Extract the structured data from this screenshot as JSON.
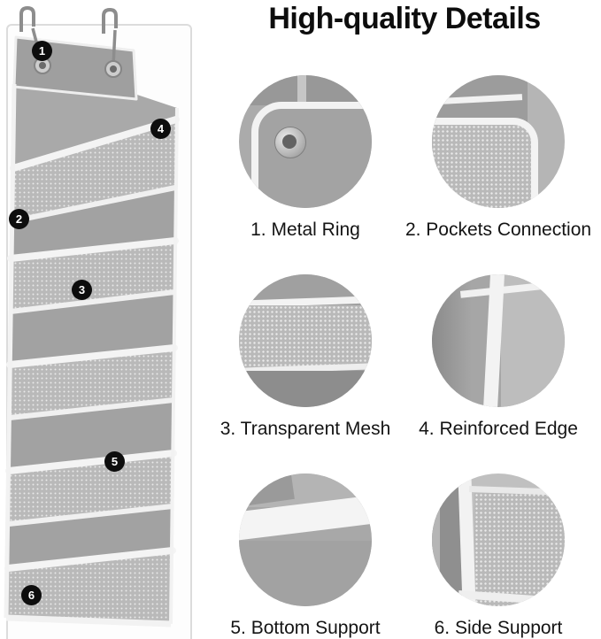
{
  "title": "High-quality Details",
  "colors": {
    "fabric_gray": "#a9a9a9",
    "mesh_gray": "#b9b9b9",
    "trim_white": "#f2f2f2",
    "marker_black": "#0d0d0d",
    "text_black": "#141414",
    "background": "#ffffff"
  },
  "product": {
    "name": "over-door hanging organizer with mesh pockets",
    "markers": [
      {
        "n": "1"
      },
      {
        "n": "2"
      },
      {
        "n": "3"
      },
      {
        "n": "4"
      },
      {
        "n": "5"
      },
      {
        "n": "6"
      }
    ]
  },
  "details": [
    {
      "num": "1",
      "label": "1. Metal Ring",
      "icon": "grommet-ring-icon"
    },
    {
      "num": "2",
      "label": "2. Pockets Connection",
      "icon": "pocket-corner-icon"
    },
    {
      "num": "3",
      "label": "3. Transparent Mesh",
      "icon": "mesh-band-icon"
    },
    {
      "num": "4",
      "label": "4. Reinforced Edge",
      "icon": "edge-binding-icon"
    },
    {
      "num": "5",
      "label": "5. Bottom Support",
      "icon": "bottom-trim-icon"
    },
    {
      "num": "6",
      "label": "6. Side Support",
      "icon": "side-panel-icon"
    }
  ]
}
